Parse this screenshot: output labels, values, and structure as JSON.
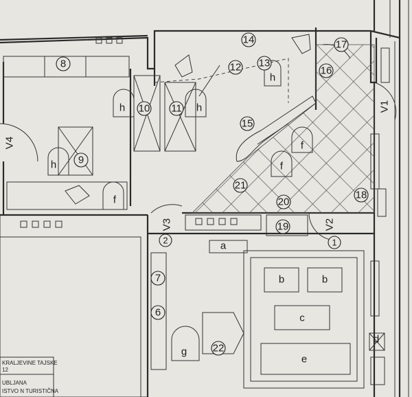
{
  "room_numbers": [
    "1",
    "2",
    "6",
    "7",
    "8",
    "9",
    "10",
    "11",
    "12",
    "13",
    "14",
    "15",
    "16",
    "17",
    "18",
    "19",
    "20",
    "21",
    "22"
  ],
  "furniture_letters": {
    "a": "a",
    "b": "b",
    "c": "c",
    "d": "d",
    "e": "e",
    "f": "f",
    "g": "g",
    "h": "h"
  },
  "doors": {
    "v1": "V1",
    "v2": "V2",
    "v3": "V3",
    "v4": "V4"
  },
  "title_block": {
    "line1": "KRALJEVINE TAJSKE",
    "line2": "12",
    "line3": "UBLJANA",
    "line4": "ISTVO N TURISTIČNA"
  },
  "colors": {
    "paper": "#e7e6e1",
    "ink": "#2a2a2a"
  }
}
